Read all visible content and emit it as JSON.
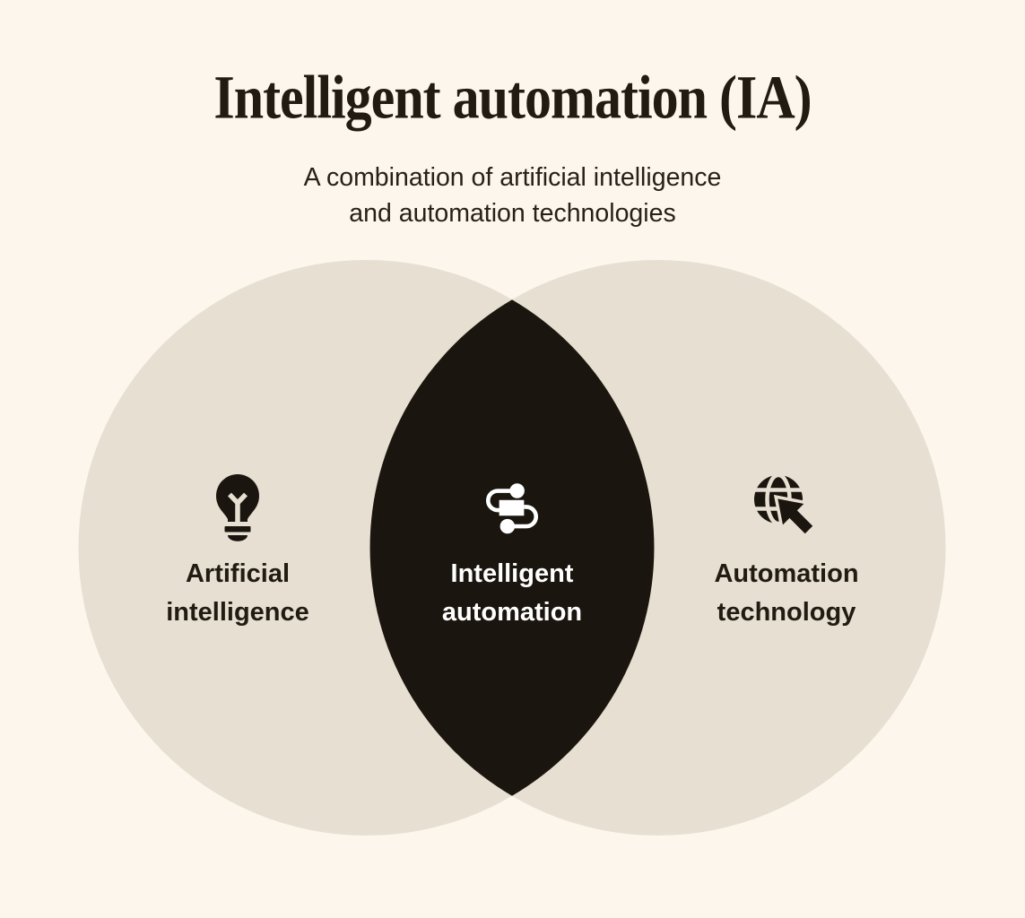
{
  "header": {
    "title": "Intelligent automation (IA)",
    "subtitle_line1": "A combination of artificial intelligence",
    "subtitle_line2": "and automation technologies"
  },
  "venn": {
    "left": {
      "label": "Artificial intelligence",
      "icon": "lightbulb-icon"
    },
    "center": {
      "label": "Intelligent automation",
      "icon": "workflow-automation-icon"
    },
    "right": {
      "label": "Automation technology",
      "icon": "globe-cursor-icon"
    }
  },
  "colors": {
    "background": "#fdf6ec",
    "circle_fill": "#e6dfd2",
    "overlap_fill": "#1b150f",
    "text_dark": "#211b12",
    "text_light": "#ffffff"
  }
}
